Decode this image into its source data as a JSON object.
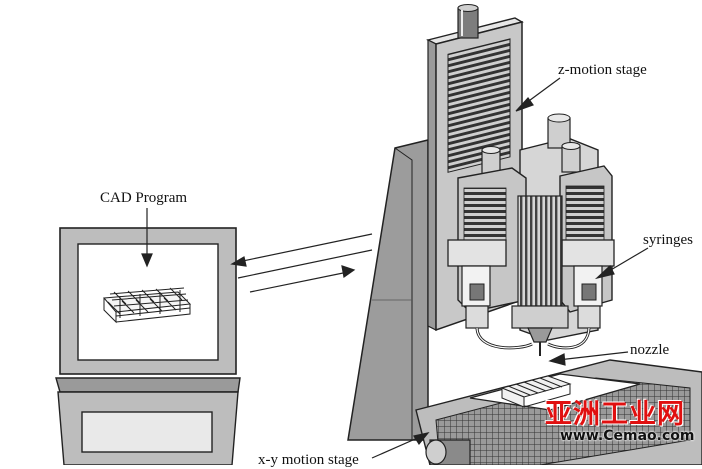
{
  "labels": {
    "cad_program": "CAD Program",
    "z_motion_stage": "z-motion stage",
    "syringes": "syringes",
    "nozzle": "nozzle",
    "xy_motion_stage": "x-y motion stage"
  },
  "watermark": {
    "logo_text": "亚洲工业网",
    "url_text": "www.Cemao.com",
    "logo_color": "#e01010"
  },
  "colors": {
    "outline": "#222222",
    "frame_gray": "#bdbdbd",
    "light_gray": "#e6e6e6",
    "dark_gray": "#555555"
  }
}
